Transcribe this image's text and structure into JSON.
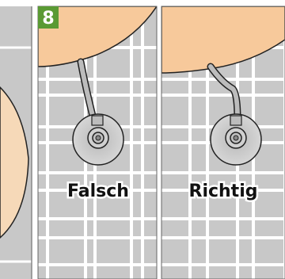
{
  "step_number": "8",
  "labels": {
    "wrong": "Falsch",
    "right": "Richtig"
  },
  "colors": {
    "tile": "#c8c8c8",
    "grout": "#ffffff",
    "basin": "#f7c99b",
    "hose": "#bcbcbc",
    "outline": "#222222",
    "step_badge": "#5a9a34",
    "left_panel_wall": "#f6d9b8"
  }
}
